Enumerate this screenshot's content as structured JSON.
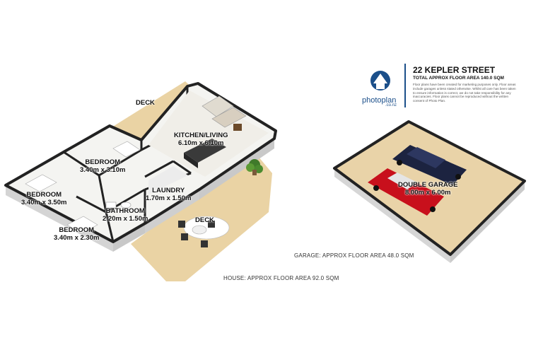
{
  "header": {
    "brand_name": "photoplan",
    "brand_suffix": ".co.nz",
    "address": "22 KEPLER STREET",
    "total_area": "TOTAL APPROX FLOOR AREA 140.0 SQM",
    "disclaimer": "Floor plans have been created for marketing purposes only. Floor areas include garages unless stated otherwise. Whilst all care has been taken to ensure information is correct, we do not take responsibility for any inaccuracies. Floor plans cannot be reproduced without the written consent of Photo Plan."
  },
  "rooms": {
    "deck_top": "DECK",
    "kitchen_name": "KITCHEN/LIVING",
    "kitchen_size": "6.10m x 6.10m",
    "bedroom1_name": "BEDROOM",
    "bedroom1_size": "3.40m x 3.10m",
    "bedroom2_name": "BEDROOM",
    "bedroom2_size": "3.40m x 3.50m",
    "laundry_name": "LAUNDRY",
    "laundry_size": "1.70m x 1.50m",
    "bathroom_name": "BATHROOM",
    "bathroom_size": "2.20m x 1.50m",
    "bedroom3_name": "BEDROOM",
    "bedroom3_size": "3.40m x 2.30m",
    "deck_bottom": "DECK",
    "garage_name": "DOUBLE GARAGE",
    "garage_size": "8.00m x 6.00m"
  },
  "areas": {
    "garage": "GARAGE: APPROX FLOOR AREA 48.0 SQM",
    "house": "HOUSE: APPROX FLOOR AREA 92.0 SQM"
  },
  "colors": {
    "deck": "#ead3a4",
    "floor": "#f5f5f2",
    "wall_top": "#2a2a2a",
    "wall_face": "#dcdcdc",
    "garage_floor": "#e9d3a8",
    "car_red": "#c8101c",
    "car_navy": "#1c2340",
    "brand": "#1b4f8a"
  }
}
